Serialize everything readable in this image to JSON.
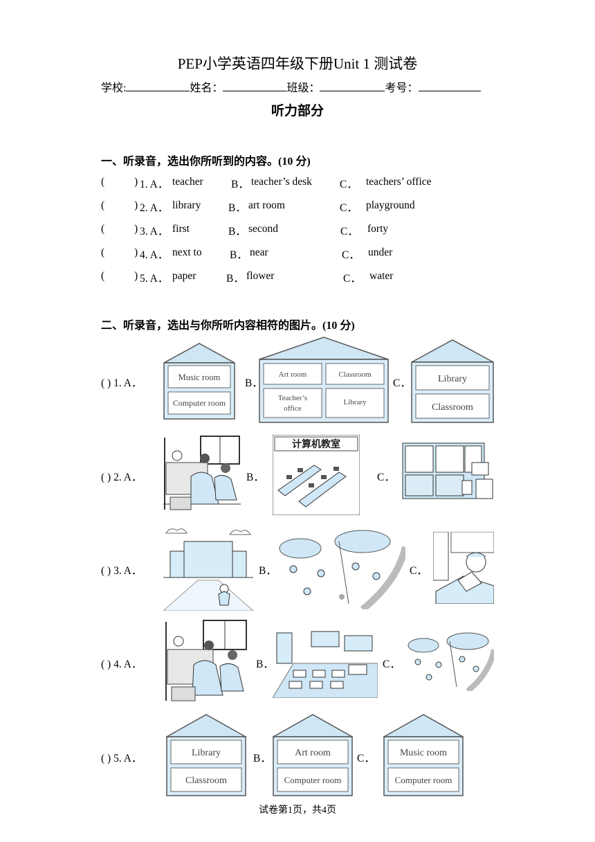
{
  "title": "PEP小学英语四年级下册Unit 1 测试卷",
  "info": {
    "school_label": "学校:",
    "name_label": "姓名：",
    "class_label": "班级：",
    "number_label": "考号："
  },
  "subtitle": "听力部分",
  "section1": {
    "heading": "一、听录音，选出你所听到的内容。(10 分)",
    "questions": [
      {
        "paren": "(",
        "paren_close": ")",
        "num": "1. A．",
        "a": "teacher",
        "b_label": "B．",
        "b": "teacher’s desk",
        "c_label": "C．",
        "c": "teachers’ office"
      },
      {
        "paren": "(",
        "paren_close": ")",
        "num": "2. A．",
        "a": "library",
        "b_label": "B．",
        "b": "art room",
        "c_label": "C．",
        "c": "playground"
      },
      {
        "paren": "(",
        "paren_close": ")",
        "num": "3. A．",
        "a": "first",
        "b_label": "B．",
        "b": "second",
        "c_label": "C．",
        "c": "forty"
      },
      {
        "paren": "(",
        "paren_close": ")",
        "num": "4. A．",
        "a": "next to",
        "b_label": "B．",
        "b": "near",
        "c_label": "C．",
        "c": "under"
      },
      {
        "paren": "(",
        "paren_close": ")",
        "num": "5. A．",
        "a": "paper",
        "b_label": "B．",
        "b": "flower",
        "c_label": "C．",
        "c": "water"
      }
    ]
  },
  "section2": {
    "heading": "二、听录音，选出与你所听内容相符的图片。(10 分)",
    "questions": [
      {
        "label": "(      ) 1. A．",
        "b": "B．",
        "c": "C．"
      },
      {
        "label": "(      ) 2. A．",
        "b": "B．",
        "c": "C．"
      },
      {
        "label": "(      ) 3. A．",
        "b": "B．",
        "c": "C．"
      },
      {
        "label": "(      ) 4. A．",
        "b": "B．",
        "c": "C．"
      },
      {
        "label": "(      ) 5. A．",
        "b": "B．",
        "c": "C．"
      }
    ],
    "houses": {
      "q1a": [
        "Music room",
        "Computer room"
      ],
      "q1b": [
        "Art room",
        "Classroom",
        "Teacher’s",
        "office",
        "Library"
      ],
      "q1c": [
        "Library",
        "Classroom"
      ],
      "q5a": [
        "Library",
        "Classroom"
      ],
      "q5b": [
        "Art room",
        "Computer room"
      ],
      "q5c": [
        "Music room",
        "Computer room"
      ]
    },
    "sign_text": "计算机教室"
  },
  "footer": "试卷第1页，共4页",
  "colors": {
    "roof": "#bfe0f2",
    "house_fill": "#d6ecf8",
    "line": "#555555",
    "sky_blue": "#cfe7f6"
  }
}
